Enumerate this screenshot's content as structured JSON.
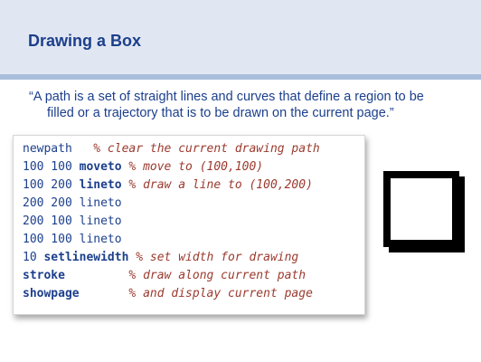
{
  "slide": {
    "title": "Drawing a Box",
    "quote_line1": "“A path is a set of straight lines and curves that define a region to be",
    "quote_line2": "filled or a trajectory that is to be drawn on the current page.”"
  },
  "code": {
    "lines": [
      {
        "pre": "newpath   ",
        "keyword": "",
        "post": "",
        "comment": "% clear the current drawing path"
      },
      {
        "pre": "100 100 ",
        "keyword": "moveto",
        "post": " ",
        "comment": "% move to (100,100)"
      },
      {
        "pre": "100 200 ",
        "keyword": "lineto",
        "post": " ",
        "comment": "% draw a line to (100,200)"
      },
      {
        "pre": "200 200 lineto",
        "keyword": "",
        "post": "",
        "comment": ""
      },
      {
        "pre": "200 100 lineto",
        "keyword": "",
        "post": "",
        "comment": ""
      },
      {
        "pre": "100 100 lineto",
        "keyword": "",
        "post": "",
        "comment": ""
      },
      {
        "pre": "10 ",
        "keyword": "setlinewidth",
        "post": " ",
        "comment": "% set width for drawing"
      },
      {
        "pre": "",
        "keyword": "stroke",
        "post": "         ",
        "comment": "% draw along current path"
      },
      {
        "pre": "",
        "keyword": "showpage",
        "post": "       ",
        "comment": "% and display current page"
      }
    ]
  },
  "colors": {
    "header_background": "#e1e7f2",
    "header_rule": "#a9bedb",
    "title_text": "#1c3f8c",
    "code_text": "#1c3f8c",
    "comment_text": "#9b3a2e",
    "box_stroke": "#000000"
  }
}
